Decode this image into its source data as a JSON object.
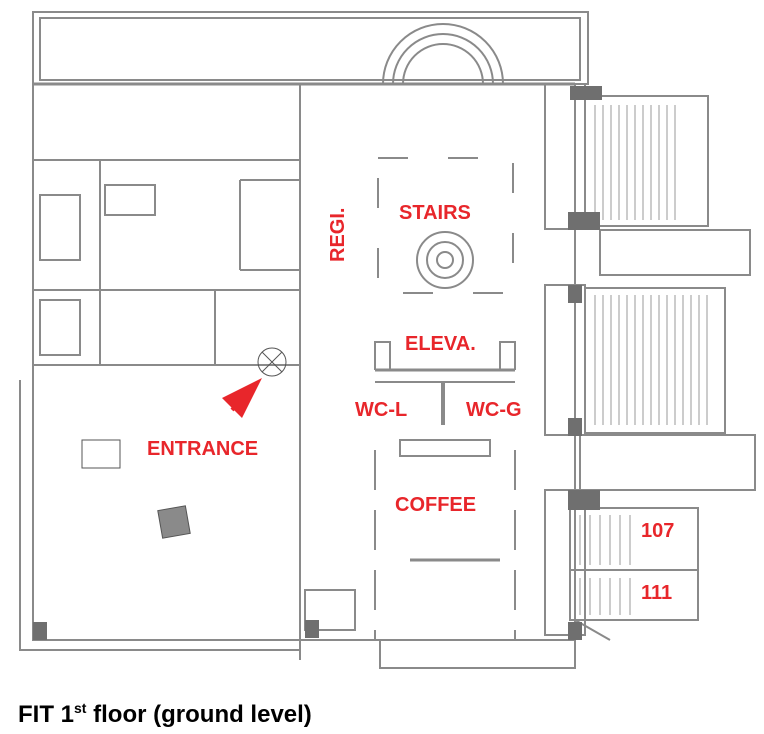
{
  "map": {
    "rooms": {
      "stairs": "STAIRS",
      "registration": "REGI.",
      "elevator": "ELEVA.",
      "wc_ladies": "WC-L",
      "wc_gents": "WC-G",
      "entrance": "ENTRANCE",
      "coffee": "COFFEE",
      "room_107": "107",
      "room_111": "111"
    },
    "label_color": "#e8262b",
    "wall_color": "#8a8a8a"
  },
  "caption": {
    "prefix": "FIT 1",
    "sup": "st",
    "suffix": " floor (ground level)"
  }
}
